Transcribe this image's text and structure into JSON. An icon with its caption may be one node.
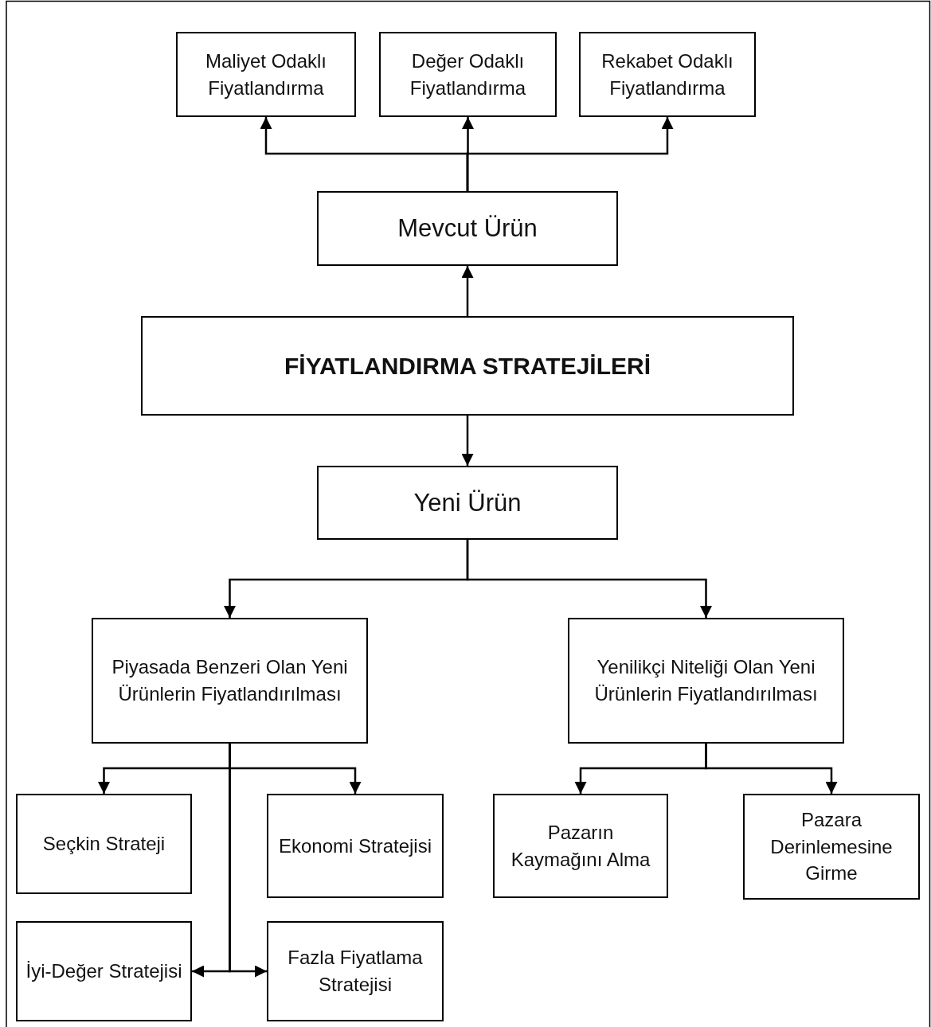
{
  "diagram": {
    "nodes": [
      {
        "text": [
          "Maliyet Odaklı Fiyatlandırma"
        ]
      },
      {
        "text": [
          "Değer Odaklı Fiyatlandırma"
        ]
      },
      {
        "text": [
          "Rekabet Odaklı Fiyatlandırma"
        ]
      },
      {
        "text": [
          "Mevcut Ürün"
        ]
      },
      {
        "text": [
          "FİYATLANDIRMA STRATEJİLERİ"
        ]
      },
      {
        "text": [
          "Yeni Ürün"
        ]
      },
      {
        "text": [
          "Piyasada Benzeri Olan Yeni Ürünlerin Fiyatlandırılması"
        ]
      },
      {
        "text": [
          "Yenilikçi Niteliği Olan Yeni Ürünlerin Fiyatlandırılması"
        ]
      },
      {
        "text": [
          "Seçkin Strateji"
        ]
      },
      {
        "text": [
          "Ekonomi Stratejisi"
        ]
      },
      {
        "text": [
          "Pazarın Kaymağını Alma"
        ]
      },
      {
        "text": [
          "Pazara Derinlemesine Girme"
        ]
      },
      {
        "text": [
          "İyi-Değer Stratejisi"
        ]
      },
      {
        "text": [
          "Fazla Fiyatlama Stratejisi"
        ]
      }
    ],
    "edges": [
      {
        "from": 3,
        "to": 0,
        "arrow": "to"
      },
      {
        "from": 3,
        "to": 1,
        "arrow": "to"
      },
      {
        "from": 3,
        "to": 2,
        "arrow": "to"
      },
      {
        "from": 4,
        "to": 3,
        "arrow": "to"
      },
      {
        "from": 4,
        "to": 5,
        "arrow": "to"
      },
      {
        "from": 5,
        "to": 6,
        "arrow": "to"
      },
      {
        "from": 5,
        "to": 7,
        "arrow": "to"
      },
      {
        "from": 6,
        "to": 8,
        "arrow": "to"
      },
      {
        "from": 6,
        "to": 9,
        "arrow": "to"
      },
      {
        "from": 6,
        "to": 12,
        "arrow": "to"
      },
      {
        "from": 6,
        "to": 13,
        "arrow": "to"
      },
      {
        "from": 7,
        "to": 10,
        "arrow": "to"
      },
      {
        "from": 7,
        "to": 11,
        "arrow": "to"
      }
    ]
  }
}
